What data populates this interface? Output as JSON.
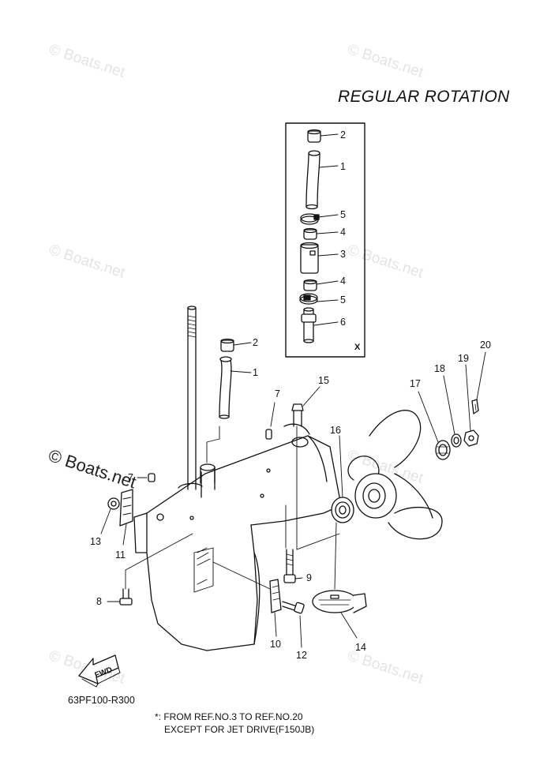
{
  "diagram": {
    "title": "REGULAR ROTATION",
    "drawing_code": "63PF100-R300",
    "note_lines": [
      "*: FROM REF.NO.3 TO REF.NO.20",
      "EXCEPT FOR JET DRIVE(F150JB)"
    ],
    "inset_marker": "X",
    "fwd_label": "FWD",
    "watermark": "© Boats.net",
    "callouts": {
      "inset_2": "2",
      "inset_1": "1",
      "inset_5a": "5",
      "inset_4a": "4",
      "inset_3": "3",
      "inset_4b": "4",
      "inset_5b": "5",
      "inset_6": "6",
      "main_2": "2",
      "main_1": "1",
      "main_7a": "7",
      "main_15": "15",
      "main_7b": "7",
      "main_13": "13",
      "main_11": "11",
      "main_16": "16",
      "main_17": "17",
      "main_18": "18",
      "main_19": "19",
      "main_20": "20",
      "main_9": "9",
      "main_8": "8",
      "main_10": "10",
      "main_12": "12",
      "main_14": "14"
    }
  }
}
